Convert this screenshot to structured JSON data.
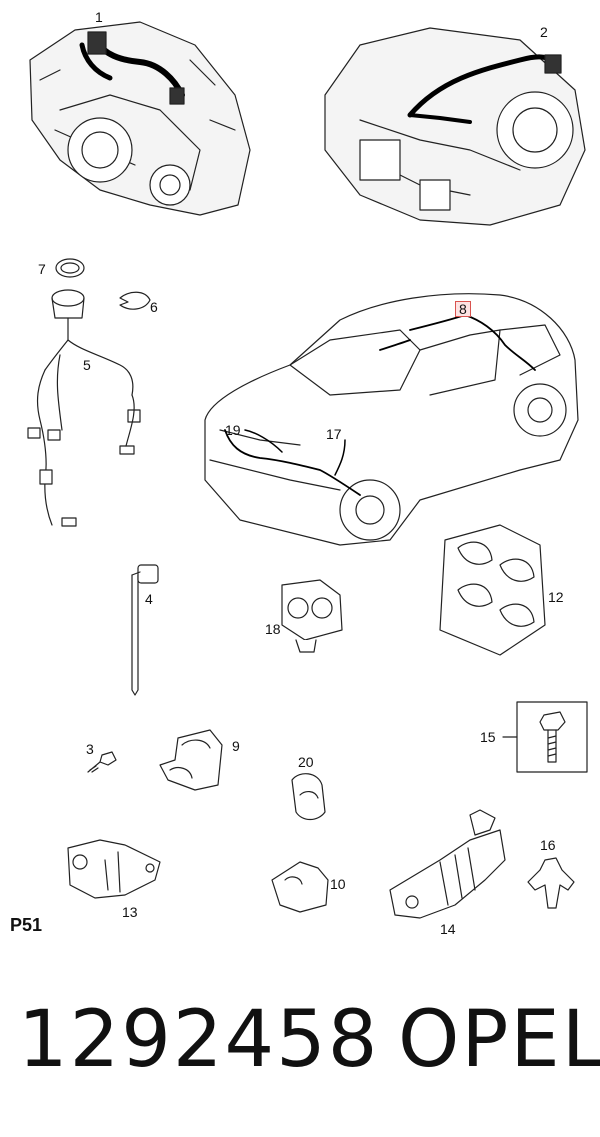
{
  "callouts": {
    "c1": "1",
    "c2": "2",
    "c3": "3",
    "c4": "4",
    "c5": "5",
    "c6": "6",
    "c7": "7",
    "c8": "8",
    "c9": "9",
    "c10": "10",
    "c12": "12",
    "c13": "13",
    "c14": "14",
    "c15": "15",
    "c16": "16",
    "c17": "17",
    "c18": "18",
    "c19": "19",
    "c20": "20"
  },
  "plate_label": "P51",
  "part_number": "1292458",
  "brand": "OPEL",
  "colors": {
    "highlight_border": "#d9534f",
    "highlight_fill": "#fde3e3",
    "ink": "#111111"
  }
}
